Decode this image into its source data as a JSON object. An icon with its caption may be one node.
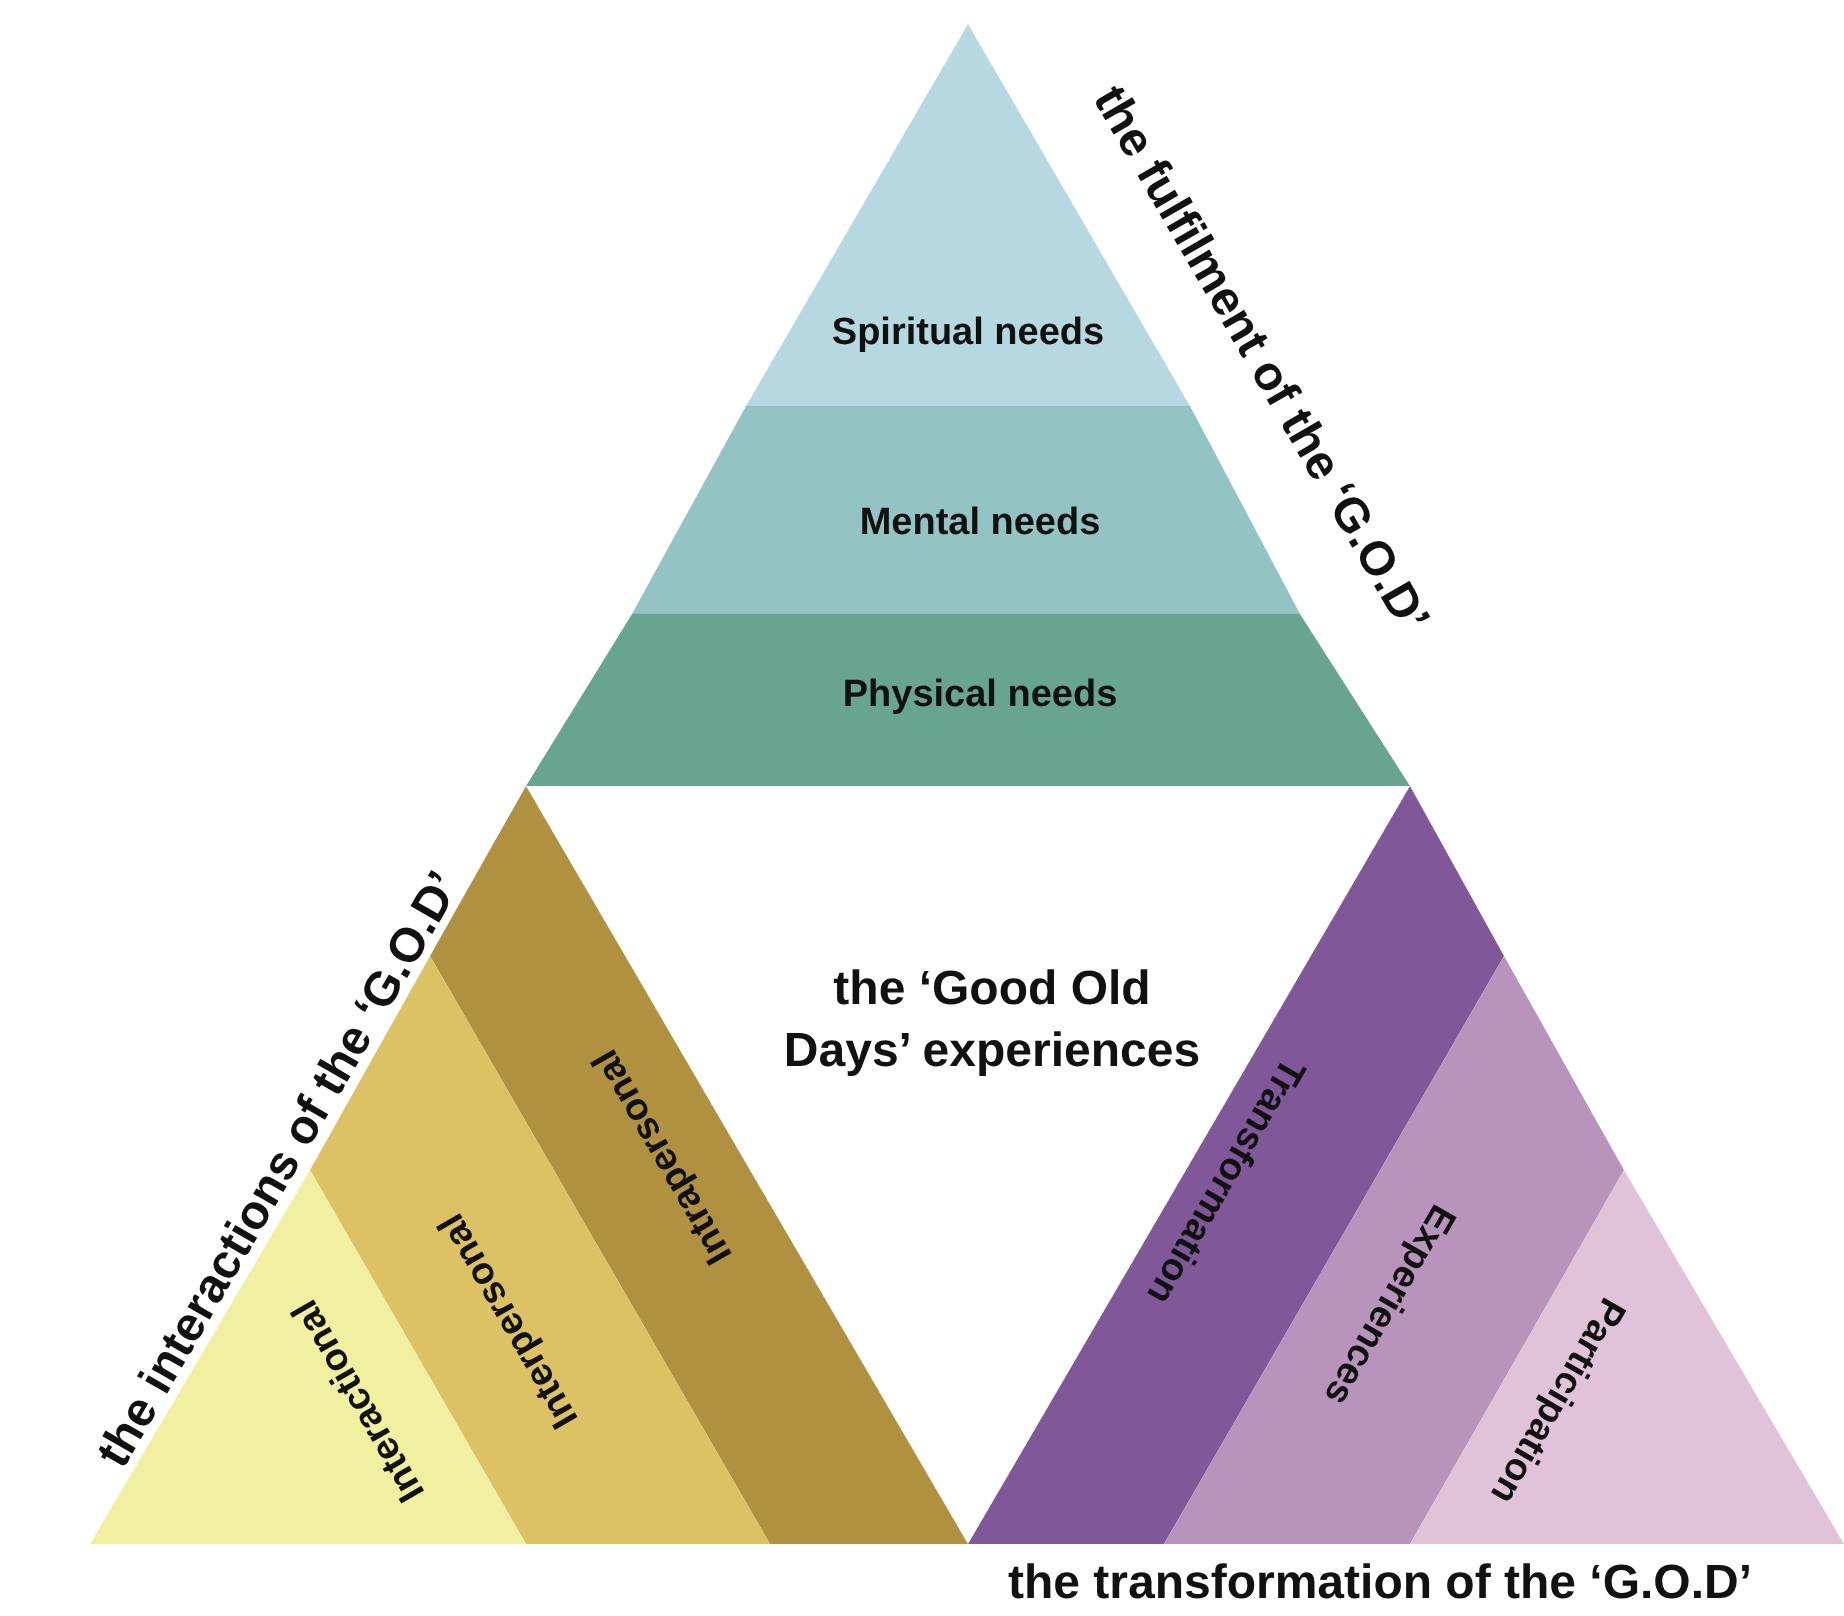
{
  "diagram": {
    "nodes": [
      {
        "text": [
          "Spiritual needs"
        ]
      },
      {
        "text": [
          "Mental needs"
        ]
      },
      {
        "text": [
          "Physical needs"
        ]
      },
      {
        "text": [
          "Intrapersonal"
        ]
      },
      {
        "text": [
          "Interpersonal"
        ]
      },
      {
        "text": [
          "Interactional"
        ]
      },
      {
        "text": [
          "Transformation"
        ]
      },
      {
        "text": [
          "Experiences"
        ]
      },
      {
        "text": [
          "Participation"
        ]
      }
    ],
    "edges": [],
    "labels": [
      "the fulfilment of the ‘G.O.D’",
      "the interactions of the ‘G.O.D’",
      "the ‘Good Old Days’ experiences",
      "the transformation of the ‘G.O.D’"
    ]
  }
}
